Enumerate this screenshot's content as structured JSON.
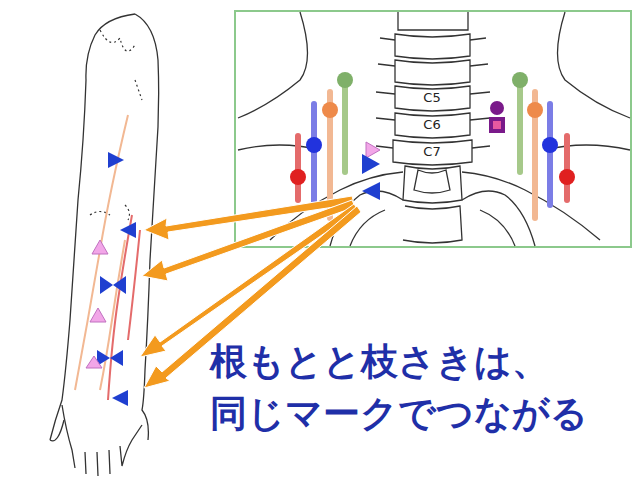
{
  "diagram": {
    "labels": [
      "C5",
      "C6",
      "C7",
      "根もとと枝さきは、",
      "同じマークでつながる"
    ]
  }
}
